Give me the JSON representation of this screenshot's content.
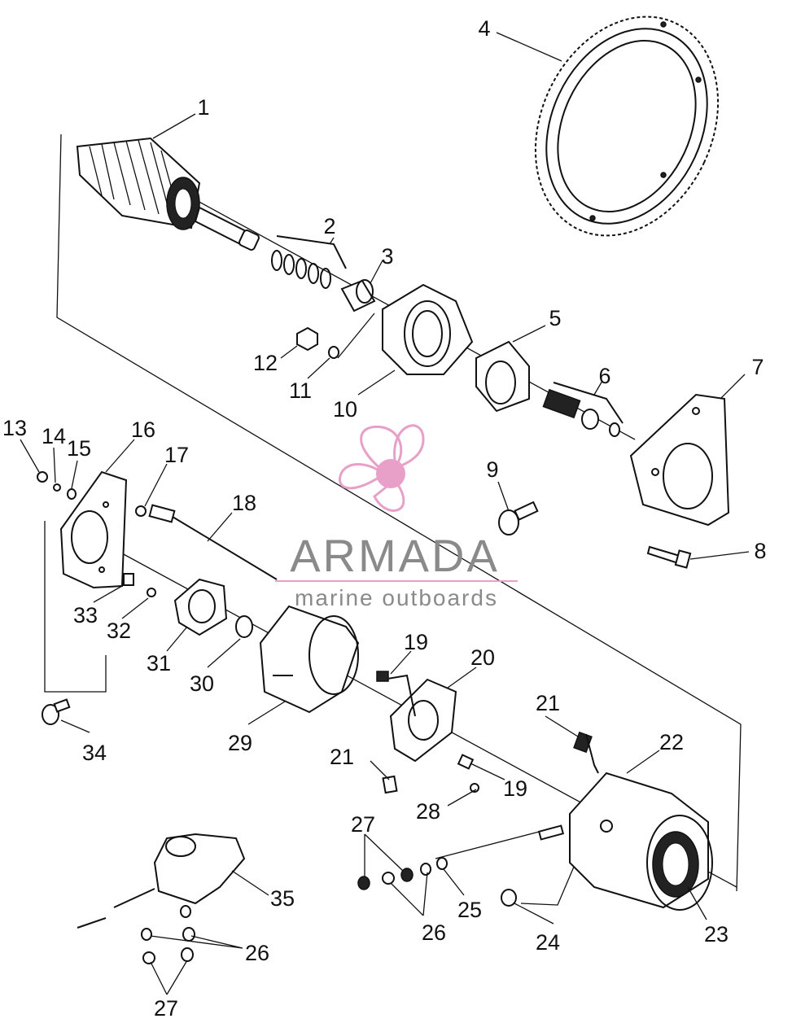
{
  "watermark": {
    "brand": "ARMADA",
    "tagline": "marine outboards",
    "accent_color": "#e8a0c8"
  },
  "parts": [
    "1",
    "2",
    "3",
    "4",
    "5",
    "6",
    "7",
    "8",
    "9",
    "10",
    "11",
    "12",
    "13",
    "14",
    "15",
    "16",
    "17",
    "18",
    "19",
    "19",
    "20",
    "21",
    "21",
    "22",
    "23",
    "24",
    "25",
    "26",
    "26",
    "27",
    "27",
    "28",
    "29",
    "30",
    "31",
    "32",
    "33",
    "34",
    "35"
  ]
}
